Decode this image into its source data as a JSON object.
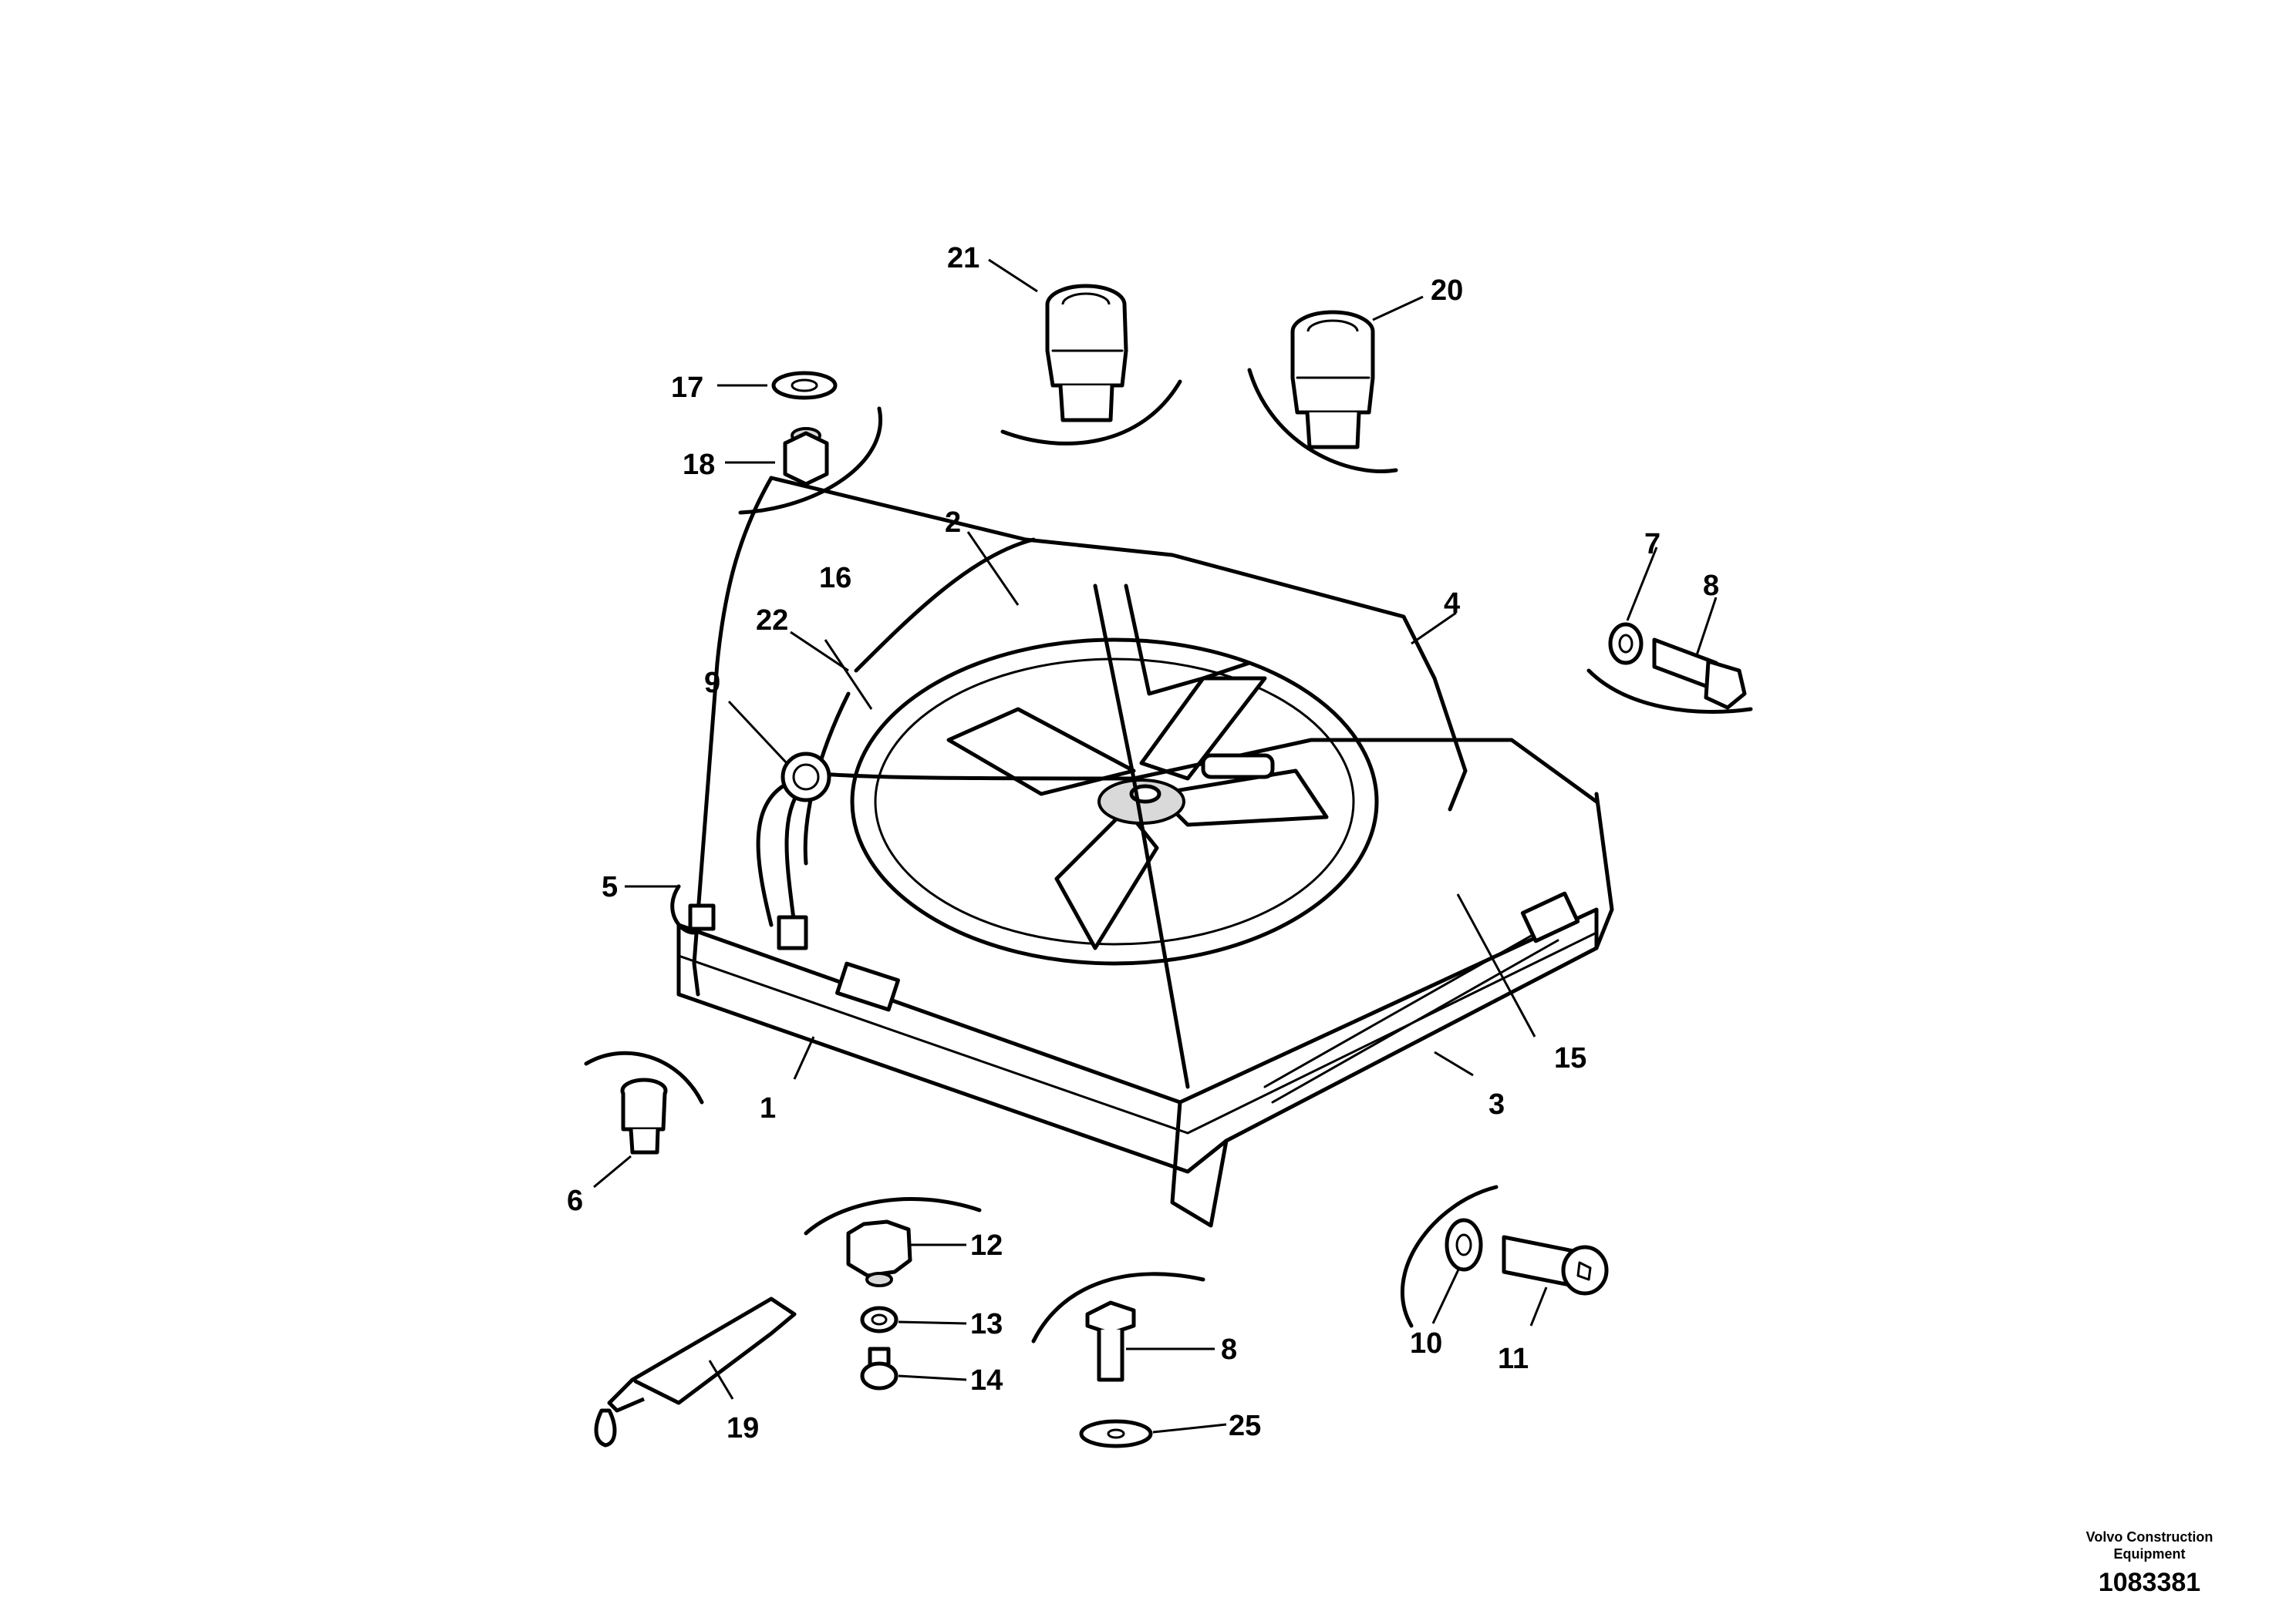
{
  "callouts": {
    "c1": "1",
    "c2": "2",
    "c3": "3",
    "c4": "4",
    "c5": "5",
    "c6": "6",
    "c7": "7",
    "c8a": "8",
    "c8b": "8",
    "c9": "9",
    "c10": "10",
    "c11": "11",
    "c12": "12",
    "c13": "13",
    "c14": "14",
    "c15": "15",
    "c16": "16",
    "c17": "17",
    "c18": "18",
    "c19": "19",
    "c20": "20",
    "c21": "21",
    "c22": "22",
    "c25": "25"
  },
  "footer": {
    "company_line1": "Volvo Construction",
    "company_line2": "Equipment",
    "document_number": "1083381"
  }
}
